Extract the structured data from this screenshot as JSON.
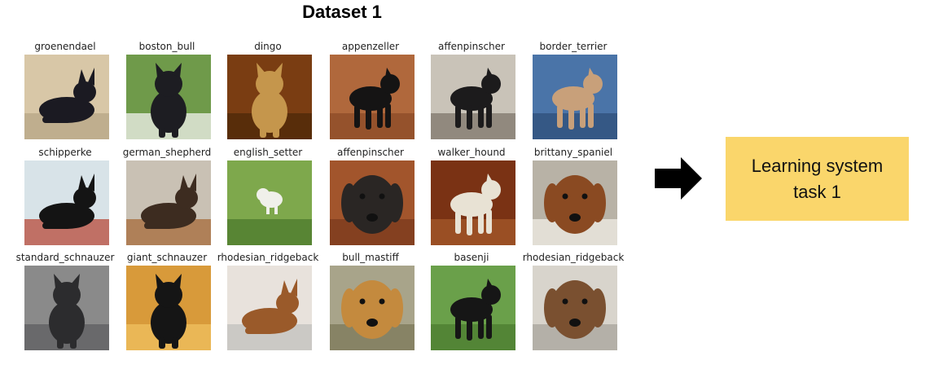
{
  "title": "Dataset 1",
  "rows": [
    [
      {
        "label": "groenendael",
        "palette": [
          "#d8c7a7",
          "#1b1a22",
          "#b7a585"
        ],
        "pose": "lying"
      },
      {
        "label": "boston_bull",
        "palette": [
          "#6f9a4a",
          "#1d1d22",
          "#f2f2ef"
        ],
        "pose": "sitting"
      },
      {
        "label": "dingo",
        "palette": [
          "#7a3d12",
          "#c5964c",
          "#4d2808"
        ],
        "pose": "sitting"
      },
      {
        "label": "appenzeller",
        "palette": [
          "#b0683c",
          "#151414",
          "#8c4b27"
        ],
        "pose": "standing"
      },
      {
        "label": "affenpinscher",
        "palette": [
          "#c9c3b8",
          "#1c1b1c",
          "#7d766b"
        ],
        "pose": "standing"
      },
      {
        "label": "border_terrier",
        "palette": [
          "#4a74a8",
          "#c8a07a",
          "#2f4f7a"
        ],
        "pose": "standing"
      }
    ],
    [
      {
        "label": "schipperke",
        "palette": [
          "#d8e3e8",
          "#141414",
          "#b84a3a"
        ],
        "pose": "lying"
      },
      {
        "label": "german_shepherd",
        "palette": [
          "#c9c1b4",
          "#3d2c20",
          "#a56a3a"
        ],
        "pose": "lying"
      },
      {
        "label": "english_setter",
        "palette": [
          "#7ea84c",
          "#f0f0ea",
          "#4c7a2c"
        ],
        "pose": "small"
      },
      {
        "label": "affenpinscher",
        "palette": [
          "#a2552c",
          "#2a2624",
          "#7a3a1c"
        ],
        "pose": "closeup"
      },
      {
        "label": "walker_hound",
        "palette": [
          "#7a3214",
          "#e8e2d4",
          "#a65a2a"
        ],
        "pose": "standing"
      },
      {
        "label": "brittany_spaniel",
        "palette": [
          "#b8b2a6",
          "#8a4a22",
          "#f0ece4"
        ],
        "pose": "closeup"
      }
    ],
    [
      {
        "label": "standard_schnauzer",
        "palette": [
          "#8a8a8a",
          "#2c2c2e",
          "#5e5e60"
        ],
        "pose": "sitting"
      },
      {
        "label": "giant_schnauzer",
        "palette": [
          "#d89a3a",
          "#151515",
          "#f0c060"
        ],
        "pose": "sitting"
      },
      {
        "label": "rhodesian_ridgeback",
        "palette": [
          "#e8e2dc",
          "#9a5a2a",
          "#c2c0be"
        ],
        "pose": "lying"
      },
      {
        "label": "bull_mastiff",
        "palette": [
          "#a8a48a",
          "#c48a3e",
          "#7c7858"
        ],
        "pose": "closeup"
      },
      {
        "label": "basenji",
        "palette": [
          "#6aa04a",
          "#161616",
          "#4c7c30"
        ],
        "pose": "standing"
      },
      {
        "label": "rhodesian_ridgeback",
        "palette": [
          "#d8d4cc",
          "#7a5030",
          "#a8a49c"
        ],
        "pose": "closeup"
      }
    ]
  ],
  "arrow_icon": "right-arrow-icon",
  "box": {
    "line1": "Learning system",
    "line2": "task 1",
    "color": "#fad66b"
  }
}
